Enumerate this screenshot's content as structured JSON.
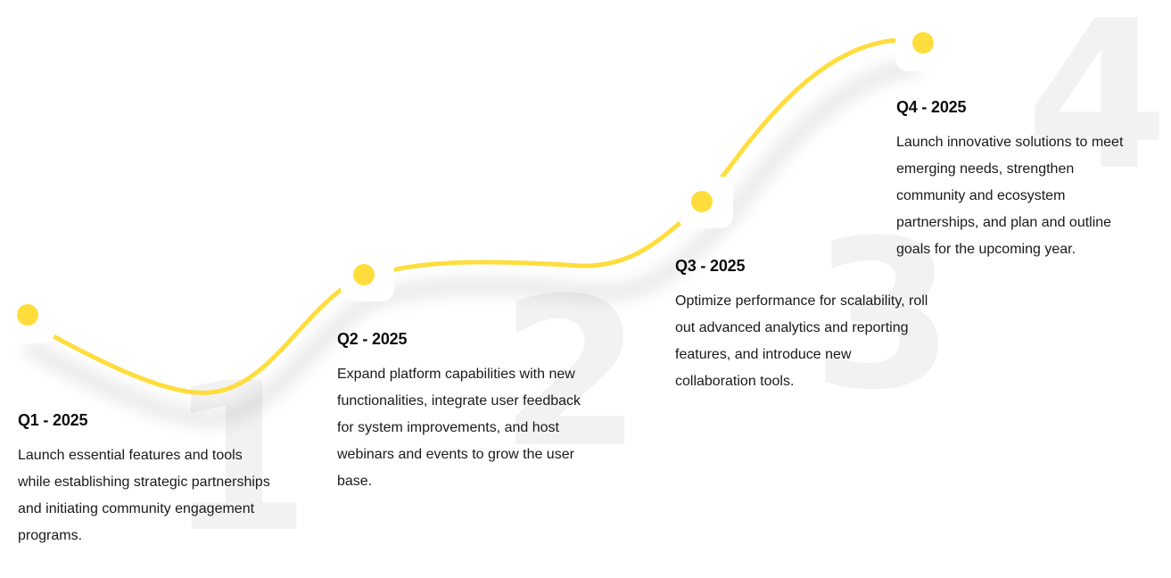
{
  "colors": {
    "accent": "#FFDD3C",
    "big_number": "#F2F2F2",
    "text": "#111111"
  },
  "milestones": [
    {
      "number": "1",
      "title": "Q1 - 2025",
      "description": "Launch essential features and tools while establishing strategic partnerships and initiating community engagement programs."
    },
    {
      "number": "2",
      "title": "Q2 - 2025",
      "description": "Expand platform capabilities with new functionalities, integrate user feedback for system improvements, and host webinars and events to grow the user base."
    },
    {
      "number": "3",
      "title": "Q3 - 2025",
      "description": "Optimize performance for scalability, roll out advanced analytics and reporting features, and introduce new collaboration tools."
    },
    {
      "number": "4",
      "title": "Q4 - 2025",
      "description": "Launch innovative solutions to meet emerging needs, strengthen community and ecosystem partnerships, and plan and outline goals for the upcoming year."
    }
  ]
}
